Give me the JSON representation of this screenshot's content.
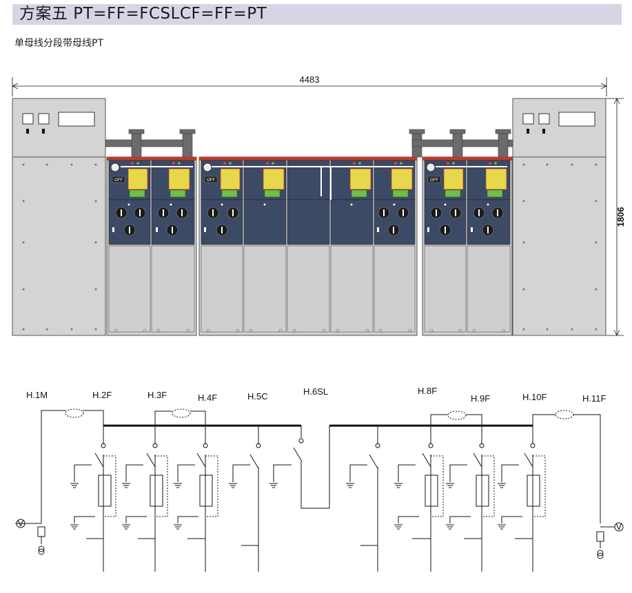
{
  "header": {
    "title": "方案五 PT=FF=FCSLCF=FF=PT",
    "subtitle": "单母线分段带母线PT"
  },
  "dimensions": {
    "width_label": "4483",
    "height_label": "1806"
  },
  "panels": {
    "left_cabinet": "PT cabinet",
    "group_1_units": 2,
    "group_2_units": 5,
    "group_3_units": 2,
    "right_cabinet": "PT cabinet",
    "nameplate_text": "OFF"
  },
  "circuit": {
    "labels": [
      "H.1M",
      "H.2F",
      "H.3F",
      "H.4F",
      "H.5C",
      "H.6SL",
      "H.8F",
      "H.9F",
      "H.10F",
      "H.11F"
    ],
    "voltmeter_symbol": "V"
  },
  "colors": {
    "title_bg": "#d9d3e6",
    "cabinet_grey": "#d2d2d2",
    "panel_navy": "#3c4a66",
    "bus_red": "#c0392b",
    "pipe_grey": "#6b6b6b",
    "indicator_yellow": "#e6d84a",
    "indicator_green": "#6fbf4a"
  }
}
